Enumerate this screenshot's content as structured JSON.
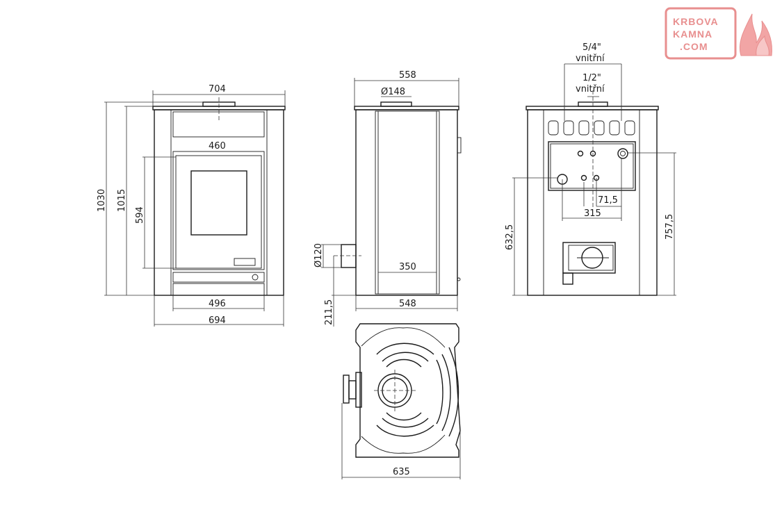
{
  "logo": {
    "line1": "KRBOVA",
    "line2": "KAMNA",
    "line3": ".COM",
    "color": "#e88f8f"
  },
  "front_view": {
    "dim_top": "704",
    "dim_glass": "460",
    "dim_bottom_inner": "496",
    "dim_bottom_outer": "694",
    "dim_height_total": "1030",
    "dim_height_body": "1015",
    "dim_height_door": "594"
  },
  "side_view": {
    "dim_top": "558",
    "dim_flue": "Ø148",
    "dim_depth_inner": "350",
    "dim_bottom": "548",
    "dim_outlet": "Ø120",
    "dim_outlet_height": "211,5"
  },
  "rear_view": {
    "pipe_large": "5/4\"",
    "pipe_large_note": "vnitřní",
    "pipe_small": "1/2\"",
    "pipe_small_note": "vnitřní",
    "dim_spacing": "71,5",
    "dim_width": "315",
    "dim_left_height": "632,5",
    "dim_right_height": "757,5"
  },
  "top_view": {
    "dim_width": "635"
  }
}
